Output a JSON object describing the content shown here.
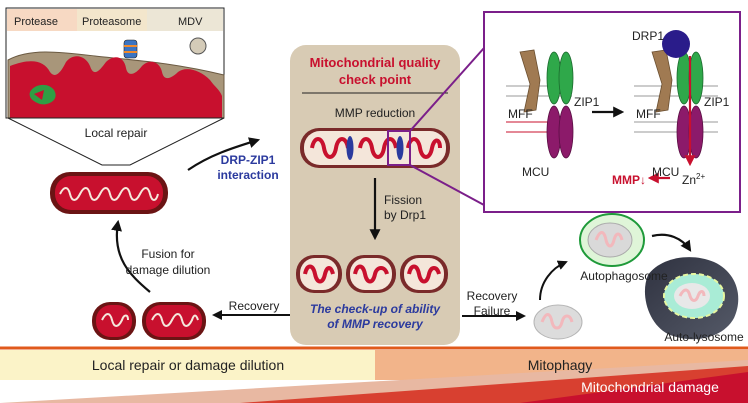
{
  "inset": {
    "protease_label": "Protease",
    "proteasome_label": "Proteasome",
    "mdv_label": "MDV",
    "caption": "Local repair"
  },
  "left_cycle": {
    "drp_zip1_line1": "DRP-ZIP1",
    "drp_zip1_line2": "interaction",
    "fusion_line1": "Fusion for",
    "fusion_line2": "damage dilution",
    "recovery_label": "Recovery"
  },
  "checkpoint": {
    "title_line1": "Mitochondrial quality",
    "title_line2": "check point",
    "mmp_reduction": "MMP reduction",
    "fission_line1": "Fission",
    "fission_line2": "by Drp1",
    "checkup_line1": "The check-up of ability",
    "checkup_line2": "of MMP recovery"
  },
  "molecular_box": {
    "drp1": "DRP1",
    "mff_left": "MFF",
    "zip1_left": "ZIP1",
    "mcu_left": "MCU",
    "mff_right": "MFF",
    "zip1_right": "ZIP1",
    "mcu_right": "MCU",
    "mmp_down": "MMP↓",
    "zn": "Zn",
    "zn_sup": "2+"
  },
  "mitophagy_path": {
    "recovery_failure_line1": "Recovery",
    "recovery_failure_line2": "Failure",
    "autophagosome": "Autophagosome",
    "autolysosome": "Auto-lysosome"
  },
  "bottom_bar": {
    "left_label": "Local repair or damage dilution",
    "right_label": "Mitophagy",
    "damage_label": "Mitochondrial damage"
  },
  "colors": {
    "red": "#c8102e",
    "purple_frame": "#7b1f8a",
    "blue_text": "#2b3a9e",
    "checkpoint_bg": "#d8cbb4",
    "cream": "#fbf3c8",
    "salmon": "#f2b48a",
    "orange_line": "#e05a1c"
  }
}
